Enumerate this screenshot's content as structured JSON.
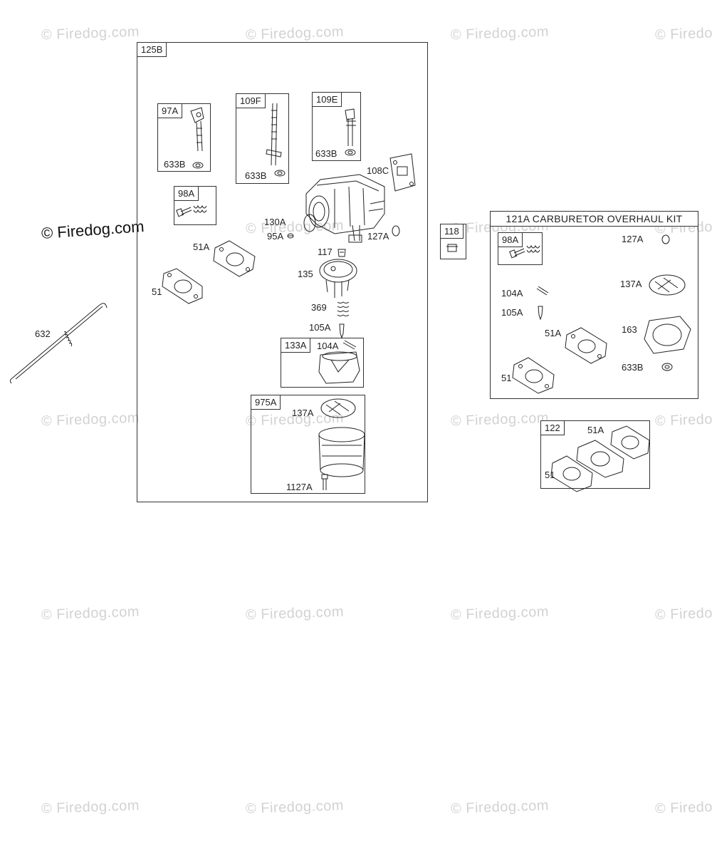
{
  "watermark": {
    "text": "© Firedog.com"
  },
  "main_watermark": {
    "text": "© Firedog.com"
  },
  "main_group": {
    "tag": "125B"
  },
  "sub_boxes": {
    "b97A": {
      "tag": "97A",
      "part_label": "633B"
    },
    "b109F": {
      "tag": "109F",
      "part_label": "633B"
    },
    "b109E": {
      "tag": "109E",
      "part_label": "633B"
    },
    "b98A": {
      "tag": "98A"
    },
    "b133A": {
      "tag": "133A",
      "part_label": "104A"
    },
    "b975A": {
      "tag": "975A",
      "part_label_top": "137A",
      "part_label_bottom": "1127A"
    }
  },
  "main_labels": {
    "l108C": "108C",
    "l130A": "130A",
    "l95A": "95A",
    "l127A": "127A",
    "l51A": "51A",
    "l51": "51",
    "l117": "117",
    "l135": "135",
    "l369": "369",
    "l105A": "105A"
  },
  "link": {
    "label": "632"
  },
  "box118": {
    "tag": "118"
  },
  "kit": {
    "title": "121A CARBURETOR OVERHAUL KIT",
    "sub_tag": "98A",
    "labels": {
      "k127A": "127A",
      "k137A": "137A",
      "k104A": "104A",
      "k105A": "105A",
      "k51A": "51A",
      "k163": "163",
      "k633B": "633B",
      "k51": "51"
    }
  },
  "box122": {
    "tag": "122",
    "label_51A": "51A",
    "label_51": "51"
  }
}
